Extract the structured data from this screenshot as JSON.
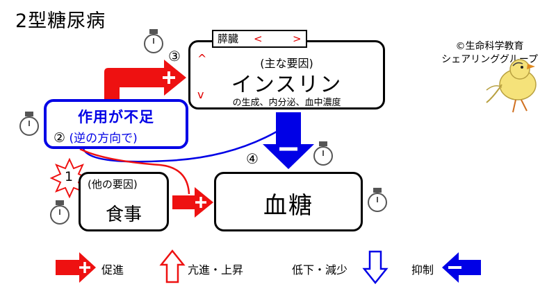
{
  "title": "2型糖尿病",
  "credit": {
    "line1": "©生命科学教育",
    "line2": "シェアリンググループ"
  },
  "pancreas": {
    "label": "膵臓",
    "lt": "<",
    "gt": ">"
  },
  "insulin": {
    "number": "③",
    "factor": "(主な要因)",
    "name": "インスリン",
    "sub": "の生成、内分泌、血中濃度",
    "caret_up": "^",
    "caret_down": "v"
  },
  "action": {
    "label": "作用が不足",
    "number": "②",
    "sub": "(逆の方向で)"
  },
  "food": {
    "number": "1",
    "factor": "(他の要因)",
    "name": "食事"
  },
  "glucose": {
    "number": "④",
    "name": "血糖"
  },
  "legend": {
    "promote": "促進",
    "increase": "亢進・上昇",
    "decrease": "低下・減少",
    "inhibit": "抑制"
  },
  "colors": {
    "red": "#ee1111",
    "blue": "#0000e6"
  }
}
